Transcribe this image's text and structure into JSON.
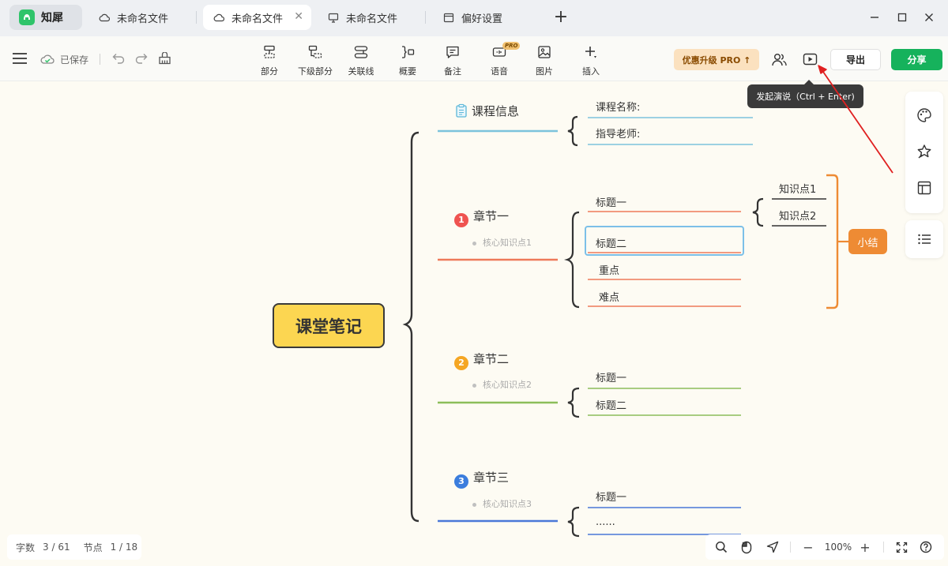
{
  "tabs": {
    "brand": {
      "label": "知犀"
    },
    "items": [
      {
        "label": "未命名文件"
      },
      {
        "label": "未命名文件"
      },
      {
        "label": "未命名文件"
      },
      {
        "label": "偏好设置"
      }
    ]
  },
  "toolbar": {
    "saved_label": "已保存",
    "tools": [
      {
        "label": "部分",
        "icon": "section-icon"
      },
      {
        "label": "下级部分",
        "icon": "subsection-icon"
      },
      {
        "label": "关联线",
        "icon": "relation-line-icon"
      },
      {
        "label": "概要",
        "icon": "summary-icon"
      },
      {
        "label": "备注",
        "icon": "note-icon"
      },
      {
        "label": "语音",
        "icon": "voice-icon",
        "badge": "PRO"
      },
      {
        "label": "图片",
        "icon": "image-icon"
      },
      {
        "label": "插入",
        "icon": "insert-icon"
      }
    ],
    "upgrade_label": "优惠升级 PRO ↑",
    "export_label": "导出",
    "share_label": "分享",
    "tooltip": "发起演说（Ctrl + Enter)"
  },
  "mindmap": {
    "root": "课堂笔记",
    "course": {
      "title": "课程信息",
      "fields": [
        "课程名称:",
        "指导老师:"
      ]
    },
    "chapters": [
      {
        "num": "1",
        "title": "章节一",
        "note": "核心知识点1",
        "color": "#ee7a5a",
        "badge_color": "#ef5350",
        "children": [
          "标题一",
          "标题二",
          "重点",
          "难点"
        ]
      },
      {
        "num": "2",
        "title": "章节二",
        "note": "核心知识点2",
        "color": "#8cbd5a",
        "badge_color": "#f5a623",
        "children": [
          "标题一",
          "标题二"
        ]
      },
      {
        "num": "3",
        "title": "章节三",
        "note": "核心知识点3",
        "color": "#4a78d8",
        "badge_color": "#3b7ddd",
        "children": [
          "标题一",
          "......"
        ]
      }
    ],
    "knowledge": [
      "知识点1",
      "知识点2"
    ],
    "summary": "小结"
  },
  "colors": {
    "course": "#7cc3dc",
    "summary": "#ee8b34",
    "brand": "#2fc46a",
    "share": "#16b25c"
  },
  "stats": {
    "words_label": "字数",
    "words_value": "3 / 61",
    "nodes_label": "节点",
    "nodes_value": "1 / 18"
  },
  "zoom": {
    "value": "100%"
  }
}
